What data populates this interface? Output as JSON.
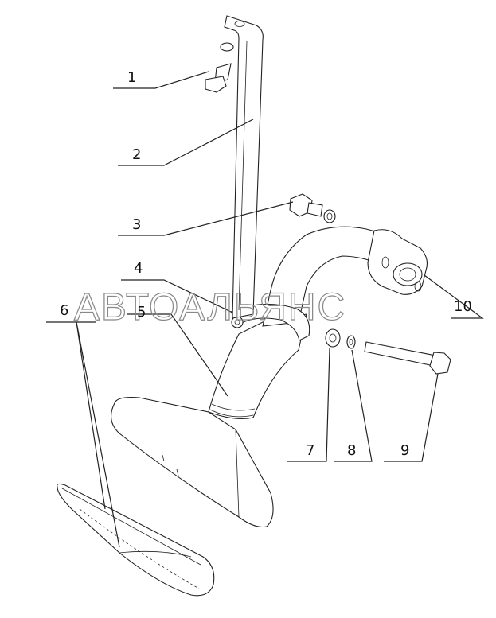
{
  "watermark": "АВТОАЛЬЯНС",
  "callouts": [
    {
      "number": "1"
    },
    {
      "number": "2"
    },
    {
      "number": "3"
    },
    {
      "number": "4"
    },
    {
      "number": "5"
    },
    {
      "number": "6"
    },
    {
      "number": "7"
    },
    {
      "number": "8"
    },
    {
      "number": "9"
    },
    {
      "number": "10"
    }
  ]
}
